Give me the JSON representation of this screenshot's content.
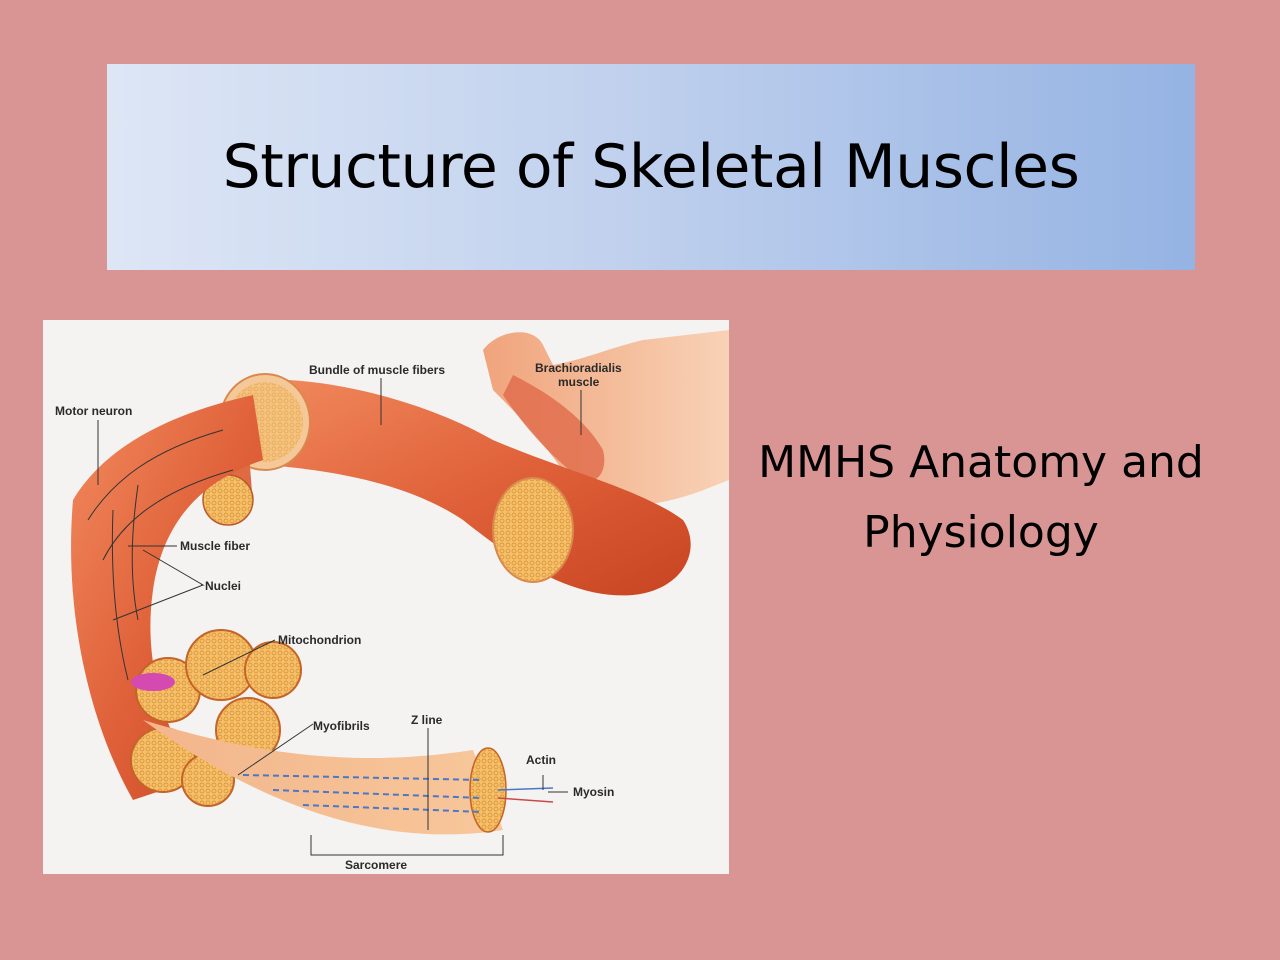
{
  "slide": {
    "title": "Structure of Skeletal Muscles",
    "subtitle_line1": "MMHS Anatomy and",
    "subtitle_line2": "Physiology"
  },
  "diagram": {
    "labels": {
      "bundle": "Bundle of muscle fibers",
      "brachio_line1": "Brachioradialis",
      "brachio_line2": "muscle",
      "motor_neuron": "Motor neuron",
      "muscle_fiber": "Muscle fiber",
      "nuclei": "Nuclei",
      "mitochondrion": "Mitochondrion",
      "myofibrils": "Myofibrils",
      "z_line": "Z line",
      "actin": "Actin",
      "myosin": "Myosin",
      "sarcomere": "Sarcomere"
    }
  },
  "colors": {
    "background": "#d99594",
    "title_gradient_start": "#dde6f5",
    "title_gradient_end": "#95b3e3",
    "muscle": "#e0623a",
    "fascicle": "#f2b25e"
  }
}
